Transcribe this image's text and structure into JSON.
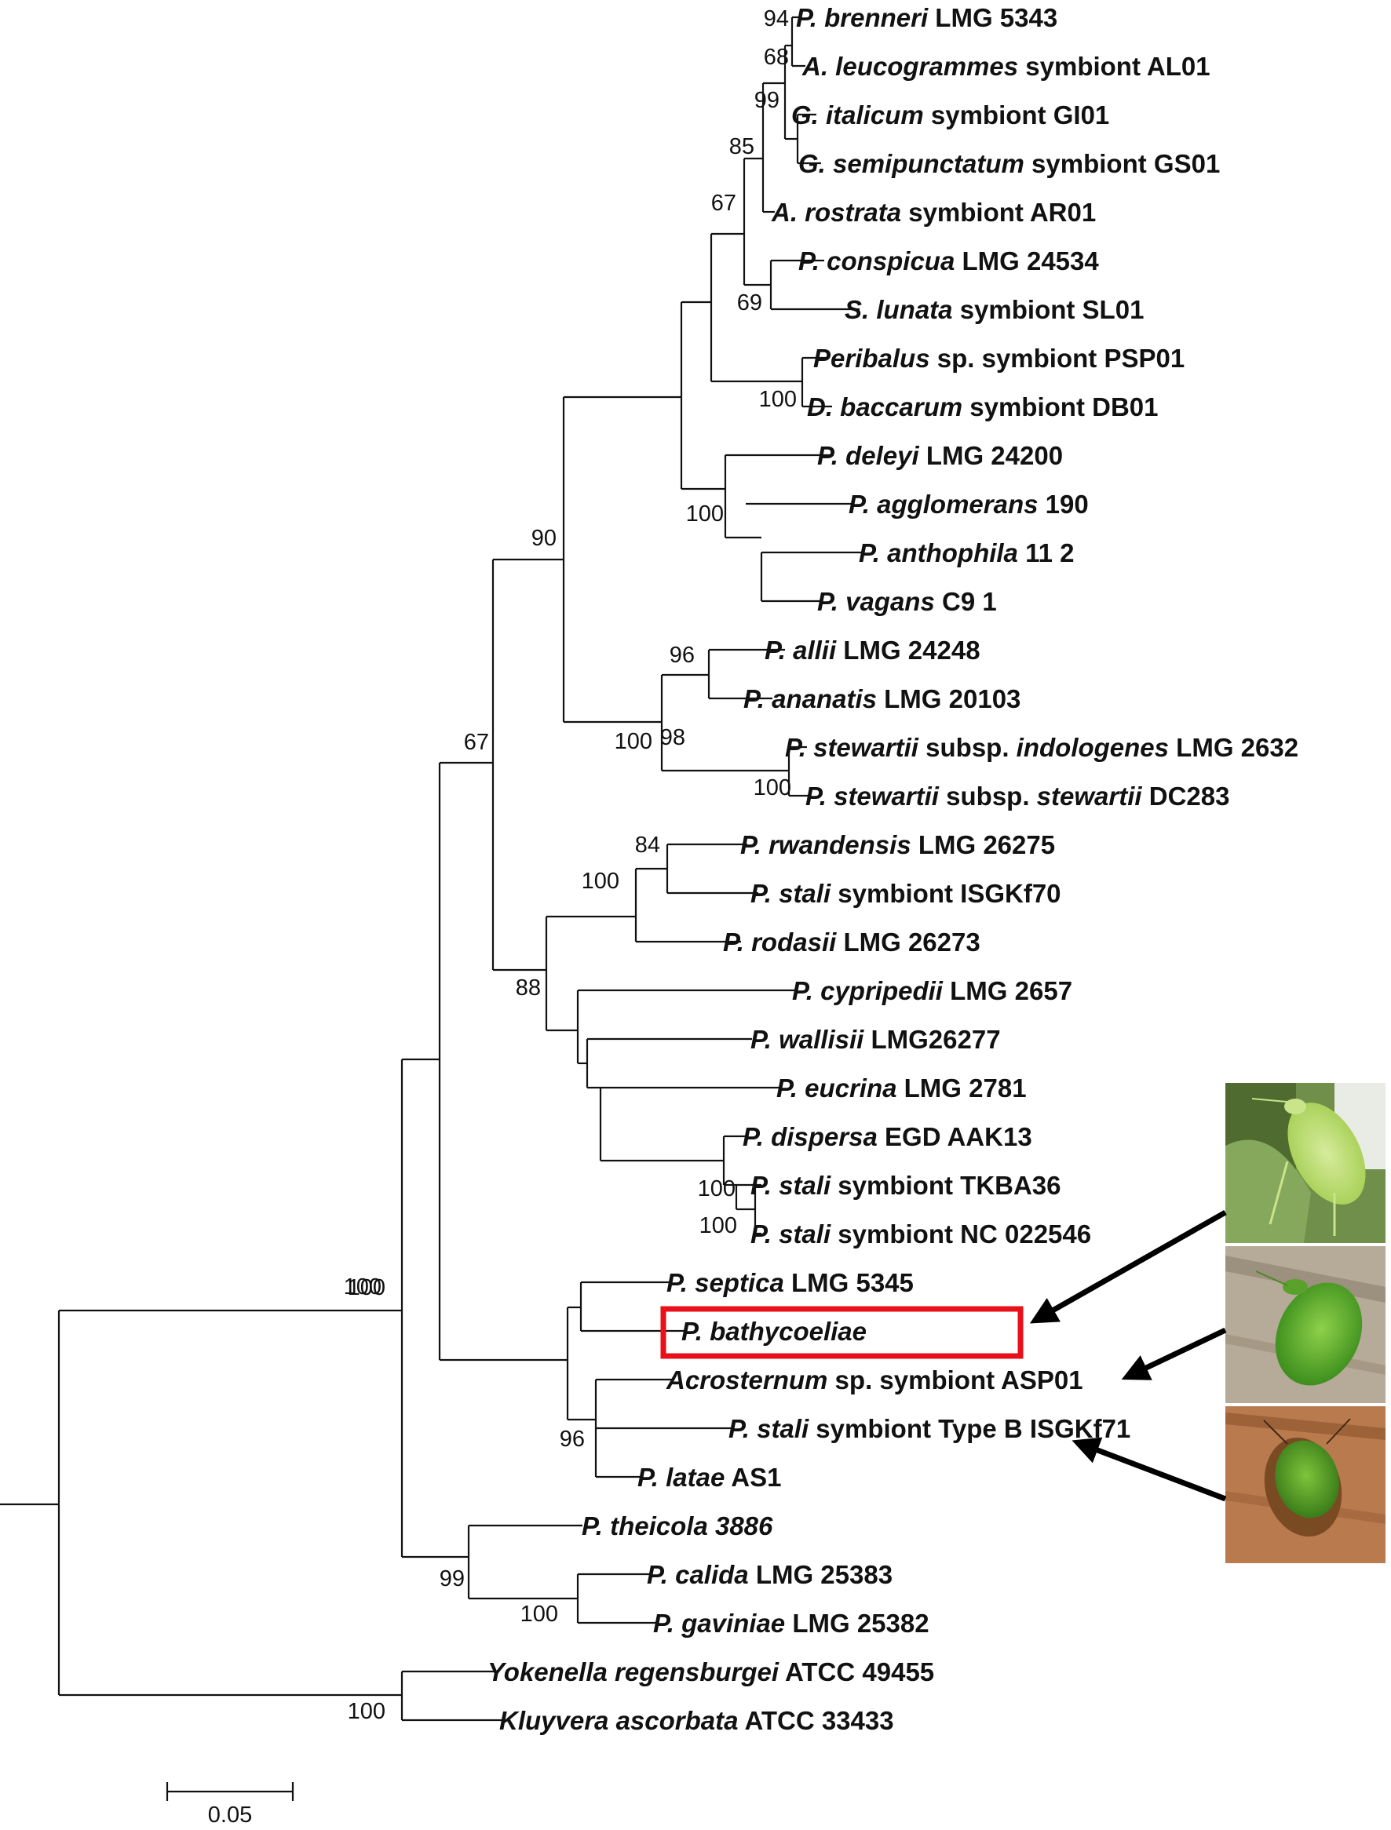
{
  "colors": {
    "line": "#111111",
    "highlight": "#e8101a",
    "arrow": "#000000",
    "bug_green": "#9ccc43"
  },
  "taxa": [
    [
      {
        "t": "P. brenneri",
        "i": true
      },
      {
        "t": " LMG 5343",
        "i": false
      }
    ],
    [
      {
        "t": "A. leucogrammes",
        "i": true
      },
      {
        "t": " symbiont AL01",
        "i": false
      }
    ],
    [
      {
        "t": "G. italicum",
        "i": true
      },
      {
        "t": " symbiont GI01",
        "i": false
      }
    ],
    [
      {
        "t": "G. semipunctatum",
        "i": true
      },
      {
        "t": " symbiont GS01",
        "i": false
      }
    ],
    [
      {
        "t": "A. rostrata",
        "i": true
      },
      {
        "t": " symbiont AR01",
        "i": false
      }
    ],
    [
      {
        "t": "P. conspicua",
        "i": true
      },
      {
        "t": " LMG 24534",
        "i": false
      }
    ],
    [
      {
        "t": "S. lunata",
        "i": true
      },
      {
        "t": " symbiont SL01",
        "i": false
      }
    ],
    [
      {
        "t": "Peribalus",
        "i": true
      },
      {
        "t": " sp. symbiont PSP01",
        "i": false
      }
    ],
    [
      {
        "t": "D. baccarum",
        "i": true
      },
      {
        "t": " symbiont DB01",
        "i": false
      }
    ],
    [
      {
        "t": "P. deleyi",
        "i": true
      },
      {
        "t": " LMG 24200",
        "i": false
      }
    ],
    [
      {
        "t": "P. agglomerans",
        "i": true
      },
      {
        "t": " 190",
        "i": false
      }
    ],
    [
      {
        "t": "P. anthophila",
        "i": true
      },
      {
        "t": " 11 2",
        "i": false
      }
    ],
    [
      {
        "t": "P. vagans",
        "i": true
      },
      {
        "t": " C9 1",
        "i": false
      }
    ],
    [
      {
        "t": "P. allii",
        "i": true
      },
      {
        "t": " LMG 24248",
        "i": false
      }
    ],
    [
      {
        "t": "P. ananatis",
        "i": true
      },
      {
        "t": " LMG 20103",
        "i": false
      }
    ],
    [
      {
        "t": "P. stewartii",
        "i": true
      },
      {
        "t": " subsp. ",
        "i": false
      },
      {
        "t": "indologenes",
        "i": true
      },
      {
        "t": " LMG 2632",
        "i": false
      }
    ],
    [
      {
        "t": "P. stewartii",
        "i": true
      },
      {
        "t": " subsp. ",
        "i": false
      },
      {
        "t": "stewartii",
        "i": true
      },
      {
        "t": " DC283",
        "i": false
      }
    ],
    [
      {
        "t": "P. rwandensis",
        "i": true
      },
      {
        "t": " LMG 26275",
        "i": false
      }
    ],
    [
      {
        "t": "P. stali",
        "i": true
      },
      {
        "t": " symbiont ISGKf70",
        "i": false
      }
    ],
    [
      {
        "t": "P. rodasii",
        "i": true
      },
      {
        "t": " LMG 26273",
        "i": false
      }
    ],
    [
      {
        "t": "P. cypripedii",
        "i": true
      },
      {
        "t": " LMG 2657",
        "i": false
      }
    ],
    [
      {
        "t": "P. wallisii",
        "i": true
      },
      {
        "t": " LMG26277",
        "i": false
      }
    ],
    [
      {
        "t": "P. eucrina",
        "i": true
      },
      {
        "t": " LMG 2781",
        "i": false
      }
    ],
    [
      {
        "t": "P. dispersa",
        "i": true
      },
      {
        "t": " EGD AAK13",
        "i": false
      }
    ],
    [
      {
        "t": "P. stali",
        "i": true
      },
      {
        "t": " symbiont TKBA36",
        "i": false
      }
    ],
    [
      {
        "t": "P. stali",
        "i": true
      },
      {
        "t": " symbiont NC 022546",
        "i": false
      }
    ],
    [
      {
        "t": "P. septica",
        "i": true
      },
      {
        "t": " LMG 5345",
        "i": false
      }
    ],
    [
      {
        "t": "P. bathycoeliae",
        "i": true
      }
    ],
    [
      {
        "t": "Acrosternum",
        "i": true
      },
      {
        "t": " sp. symbiont ASP01",
        "i": false
      }
    ],
    [
      {
        "t": "P. stali",
        "i": true
      },
      {
        "t": " symbiont Type B ISGKf71",
        "i": false
      }
    ],
    [
      {
        "t": "P. latae",
        "i": true
      },
      {
        "t": " AS1",
        "i": false
      }
    ],
    [
      {
        "t": "P. theicola 3886",
        "i": true
      }
    ],
    [
      {
        "t": "P. calida",
        "i": true
      },
      {
        "t": " LMG 25383",
        "i": false
      }
    ],
    [
      {
        "t": "P. gaviniae",
        "i": true
      },
      {
        "t": " LMG 25382",
        "i": false
      }
    ],
    [
      {
        "t": "Yokenella regensburgei",
        "i": true
      },
      {
        "t": " ATCC 49455",
        "i": false
      }
    ],
    [
      {
        "t": "Kluyvera ascorbata",
        "i": true
      },
      {
        "t": " ATCC 33433",
        "i": false
      }
    ]
  ],
  "bootstrap": [
    "94",
    "68",
    "99",
    "85",
    "67",
    "69",
    "100",
    "100",
    "90",
    "96",
    "98",
    "100",
    "100",
    "67",
    "84",
    "100",
    "88",
    "100",
    "100",
    "100",
    "96",
    "99",
    "100",
    "100",
    "100"
  ],
  "highlighted_taxon": "P. bathycoeliae",
  "scale_bar": {
    "label": "0.05"
  },
  "photos": [
    "green stink bug on leaf",
    "green stink bug on wood",
    "green stink bug on wood (reddish)"
  ]
}
